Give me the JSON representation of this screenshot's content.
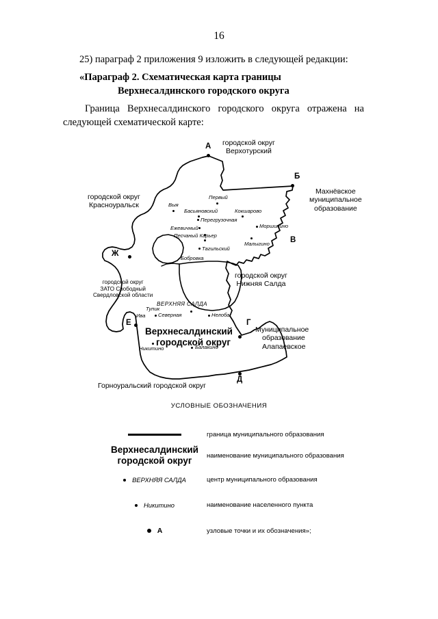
{
  "document": {
    "page_number": "16",
    "intro_paragraph": "25) параграф 2 приложения 9 изложить в следующей редакции:",
    "heading_line1": "«Параграф 2. Схематическая карта границы",
    "heading_line2": "Верхнесалдинского городского округа",
    "body_text": "Граница Верхнесалдинского городского округа отражена на следующей схематической карте:"
  },
  "map": {
    "neighbours": [
      {
        "id": "verhoturskiy",
        "line1": "городской округ",
        "line2": "Верхотурский"
      },
      {
        "id": "mahnevskoe",
        "line1": "Махнёвское",
        "line2": "муниципальное",
        "line3": "образование"
      },
      {
        "id": "krasnouralsk",
        "line1": "городской округ",
        "line2": "Красноуральск"
      },
      {
        "id": "nizhnyaya-salda",
        "line1": "городской округ",
        "line2": "Нижняя Салда"
      },
      {
        "id": "zato-svobodny",
        "line1": "городской округ",
        "line2": "ЗАТО Свободный",
        "line3": "Свердловской области"
      },
      {
        "id": "alapaevskoe",
        "line1": "Муниципальное",
        "line2": "образование",
        "line3": "Алапаевское"
      },
      {
        "id": "gornouralskiy",
        "line1": "Горноуральский городской округ"
      }
    ],
    "okrug_name_line1": "Верхнесалдинский",
    "okrug_name_line2": "городской округ",
    "center_name": "ВЕРХНЯЯ САЛДА",
    "node_points": [
      "А",
      "Б",
      "В",
      "Г",
      "Д",
      "Е",
      "Ж"
    ],
    "settlements": [
      "Выя",
      "Первый",
      "Басьяновский",
      "Кокшарово",
      "Перегрузочная",
      "Ежевичный",
      "Моршинино",
      "Песчаный Карьер",
      "Малыгино",
      "Тагильский",
      "Бобровка",
      "Тупик",
      "Ива",
      "Северная",
      "Нелоба",
      "Никитино",
      "Балакино"
    ]
  },
  "legend": {
    "title": "УСЛОВНЫЕ ОБОЗНАЧЕНИЯ",
    "rows": [
      {
        "symbol_type": "line",
        "symbol_text": "",
        "description": "граница муниципального образования"
      },
      {
        "symbol_type": "okrug",
        "symbol_text_line1": "Верхнесалдинский",
        "symbol_text_line2": "городской округ",
        "description": "наименование муниципального образования"
      },
      {
        "symbol_type": "dot-italic",
        "symbol_text": "ВЕРХНЯЯ САЛДА",
        "description": "центр муниципального образования"
      },
      {
        "symbol_type": "dot-italic",
        "symbol_text": "Никитино",
        "description": "наименование населенного пункта"
      },
      {
        "symbol_type": "dot-letter",
        "symbol_text": "А",
        "description": "узловые точки и их обозначения»;"
      }
    ]
  }
}
